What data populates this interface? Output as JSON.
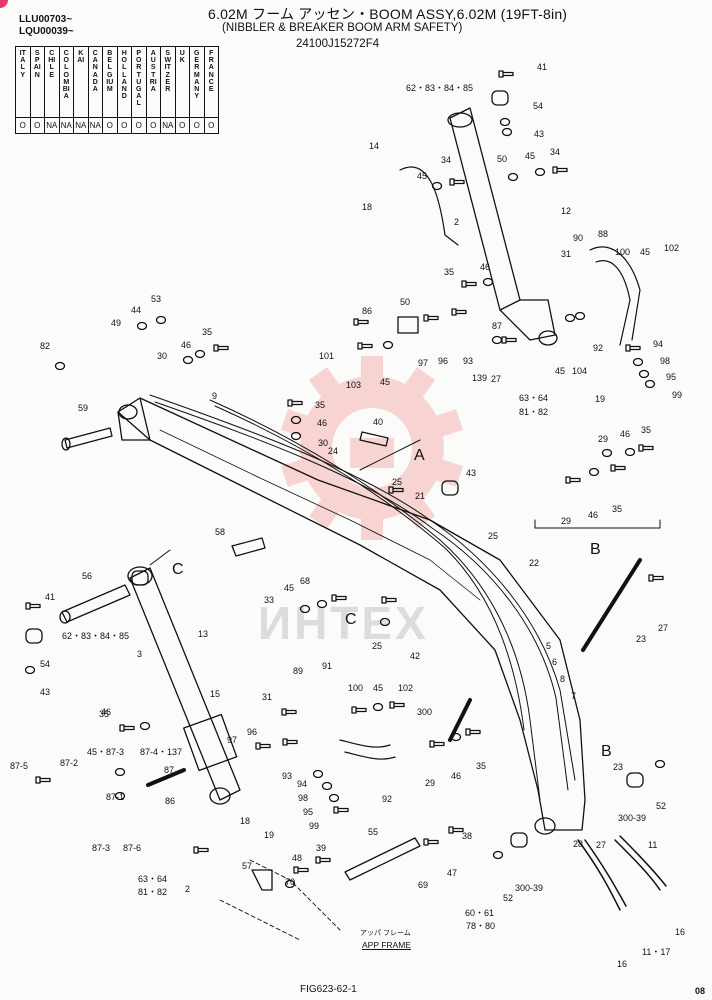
{
  "header": {
    "title": "6.02M フーム アッセン・BOOM ASSY,6.02M (19FT-8in)",
    "subtitle": "(NIBBLER & BREAKER BOOM ARM SAFETY)",
    "part_number": "24100J15272F4",
    "serial_1": "LLU00703~",
    "serial_2": "LQU00039~"
  },
  "country_table": {
    "countries": [
      "ITALY",
      "SPAIN",
      "CHILE",
      "COLOMBIA",
      "KAI",
      "CANADA",
      "BELGIUM",
      "HOLLAND",
      "PORTUGAL",
      "AUSTRIA",
      "SWITZER",
      "UK",
      "GERMANY",
      "FRANCE"
    ],
    "availability": [
      "O",
      "O",
      "NA",
      "NA",
      "NA",
      "NA",
      "O",
      "O",
      "O",
      "O",
      "NA",
      "O",
      "O",
      "O"
    ]
  },
  "part_labels": [
    {
      "id": "p41a",
      "text": "41"
    },
    {
      "id": "p62a",
      "text": "62・83・84・85"
    },
    {
      "id": "p54a",
      "text": "54"
    },
    {
      "id": "p43a",
      "text": "43"
    },
    {
      "id": "p34a",
      "text": "34"
    },
    {
      "id": "p45a",
      "text": "45"
    },
    {
      "id": "p50a",
      "text": "50"
    },
    {
      "id": "p34b",
      "text": "34"
    },
    {
      "id": "p14",
      "text": "14"
    },
    {
      "id": "p45b",
      "text": "45"
    },
    {
      "id": "p18a",
      "text": "18"
    },
    {
      "id": "p2",
      "text": "2"
    },
    {
      "id": "p12",
      "text": "12"
    },
    {
      "id": "p90",
      "text": "90"
    },
    {
      "id": "p88",
      "text": "88"
    },
    {
      "id": "p31a",
      "text": "31"
    },
    {
      "id": "p100a",
      "text": "100"
    },
    {
      "id": "p45c",
      "text": "45"
    },
    {
      "id": "p102a",
      "text": "102"
    },
    {
      "id": "p35a",
      "text": "35"
    },
    {
      "id": "p46a",
      "text": "46"
    },
    {
      "id": "p53",
      "text": "53"
    },
    {
      "id": "p44",
      "text": "44"
    },
    {
      "id": "p49",
      "text": "49"
    },
    {
      "id": "p50b",
      "text": "50"
    },
    {
      "id": "p86a",
      "text": "86"
    },
    {
      "id": "p35b",
      "text": "35"
    },
    {
      "id": "p46b",
      "text": "46"
    },
    {
      "id": "p30a",
      "text": "30"
    },
    {
      "id": "p82",
      "text": "82"
    },
    {
      "id": "p101",
      "text": "101"
    },
    {
      "id": "p97a",
      "text": "97"
    },
    {
      "id": "p96a",
      "text": "96"
    },
    {
      "id": "p93a",
      "text": "93"
    },
    {
      "id": "p87a",
      "text": "87"
    },
    {
      "id": "p45d",
      "text": "45"
    },
    {
      "id": "p104",
      "text": "104"
    },
    {
      "id": "p92a",
      "text": "92"
    },
    {
      "id": "p94a",
      "text": "94"
    },
    {
      "id": "p98a",
      "text": "98"
    },
    {
      "id": "p95a",
      "text": "95"
    },
    {
      "id": "p99a",
      "text": "99"
    },
    {
      "id": "p103",
      "text": "103"
    },
    {
      "id": "p45e",
      "text": "45"
    },
    {
      "id": "p139",
      "text": "139"
    },
    {
      "id": "p27a",
      "text": "27"
    },
    {
      "id": "p63a",
      "text": "63・64"
    },
    {
      "id": "p81a",
      "text": "81・82"
    },
    {
      "id": "p19a",
      "text": "19"
    },
    {
      "id": "p9",
      "text": "9"
    },
    {
      "id": "p59",
      "text": "59"
    },
    {
      "id": "p35c",
      "text": "35"
    },
    {
      "id": "p46c",
      "text": "46"
    },
    {
      "id": "p30b",
      "text": "30"
    },
    {
      "id": "p40",
      "text": "40"
    },
    {
      "id": "p24",
      "text": "24"
    },
    {
      "id": "pA",
      "text": "A"
    },
    {
      "id": "p43b",
      "text": "43"
    },
    {
      "id": "p25a",
      "text": "25"
    },
    {
      "id": "p21",
      "text": "21"
    },
    {
      "id": "p29a",
      "text": "29"
    },
    {
      "id": "p46d",
      "text": "46"
    },
    {
      "id": "p35d",
      "text": "35"
    },
    {
      "id": "p29b",
      "text": "29"
    },
    {
      "id": "p46e",
      "text": "46"
    },
    {
      "id": "p35e",
      "text": "35"
    },
    {
      "id": "pB1",
      "text": "B"
    },
    {
      "id": "p58",
      "text": "58"
    },
    {
      "id": "p25b",
      "text": "25"
    },
    {
      "id": "p22",
      "text": "22"
    },
    {
      "id": "pC1",
      "text": "C"
    },
    {
      "id": "p56",
      "text": "56"
    },
    {
      "id": "p68",
      "text": "68"
    },
    {
      "id": "p45f",
      "text": "45"
    },
    {
      "id": "p33",
      "text": "33"
    },
    {
      "id": "pC2",
      "text": "C"
    },
    {
      "id": "p25c",
      "text": "25"
    },
    {
      "id": "p42",
      "text": "42"
    },
    {
      "id": "p41b",
      "text": "41"
    },
    {
      "id": "p23a",
      "text": "23"
    },
    {
      "id": "p27b",
      "text": "27"
    },
    {
      "id": "p13",
      "text": "13"
    },
    {
      "id": "p54b",
      "text": "54"
    },
    {
      "id": "p62b",
      "text": "62・83・84・85"
    },
    {
      "id": "p43c",
      "text": "43"
    },
    {
      "id": "p3",
      "text": "3"
    },
    {
      "id": "p5",
      "text": "5"
    },
    {
      "id": "p6",
      "text": "6"
    },
    {
      "id": "p8",
      "text": "8"
    },
    {
      "id": "p7",
      "text": "7"
    },
    {
      "id": "p89",
      "text": "89"
    },
    {
      "id": "p91",
      "text": "91"
    },
    {
      "id": "p100b",
      "text": "100"
    },
    {
      "id": "p45g",
      "text": "45"
    },
    {
      "id": "p102b",
      "text": "102"
    },
    {
      "id": "p15",
      "text": "15"
    },
    {
      "id": "p31b",
      "text": "31"
    },
    {
      "id": "p300a",
      "text": "300"
    },
    {
      "id": "p46f",
      "text": "46"
    },
    {
      "id": "p35f",
      "text": "35"
    },
    {
      "id": "p97b",
      "text": "97"
    },
    {
      "id": "p96b",
      "text": "96"
    },
    {
      "id": "p45h",
      "text": "45・87-3"
    },
    {
      "id": "p87_4",
      "text": "87-4・137"
    },
    {
      "id": "p87_5",
      "text": "87-5"
    },
    {
      "id": "p87_2",
      "text": "87-2"
    },
    {
      "id": "p87b",
      "text": "87"
    },
    {
      "id": "p93b",
      "text": "93"
    },
    {
      "id": "p94b",
      "text": "94"
    },
    {
      "id": "p98b",
      "text": "98"
    },
    {
      "id": "p95b",
      "text": "95"
    },
    {
      "id": "p99b",
      "text": "99"
    },
    {
      "id": "p92b",
      "text": "92"
    },
    {
      "id": "p86b",
      "text": "86"
    },
    {
      "id": "p18b",
      "text": "18"
    },
    {
      "id": "p19b",
      "text": "19"
    },
    {
      "id": "p87_1",
      "text": "87-1"
    },
    {
      "id": "p87_3",
      "text": "87-3"
    },
    {
      "id": "p87_6",
      "text": "87-6"
    },
    {
      "id": "p63b",
      "text": "63・64"
    },
    {
      "id": "p81b",
      "text": "81・82"
    },
    {
      "id": "p29c",
      "text": "29"
    },
    {
      "id": "p46g",
      "text": "46"
    },
    {
      "id": "p35g",
      "text": "35"
    },
    {
      "id": "pB2",
      "text": "B"
    },
    {
      "id": "p23b",
      "text": "23"
    },
    {
      "id": "p300b",
      "text": "300-39"
    },
    {
      "id": "p52a",
      "text": "52"
    },
    {
      "id": "p28",
      "text": "28"
    },
    {
      "id": "p27c",
      "text": "27"
    },
    {
      "id": "p11",
      "text": "11"
    },
    {
      "id": "p16a",
      "text": "16"
    },
    {
      "id": "p16b",
      "text": "16"
    },
    {
      "id": "p11_17",
      "text": "11・17"
    },
    {
      "id": "p55",
      "text": "55"
    },
    {
      "id": "p39",
      "text": "39"
    },
    {
      "id": "p38",
      "text": "38"
    },
    {
      "id": "p48",
      "text": "48"
    },
    {
      "id": "p70",
      "text": "70"
    },
    {
      "id": "p57",
      "text": "57"
    },
    {
      "id": "p69",
      "text": "69"
    },
    {
      "id": "p47",
      "text": "47"
    },
    {
      "id": "p300c",
      "text": "300-39"
    },
    {
      "id": "p52b",
      "text": "52"
    },
    {
      "id": "p60",
      "text": "60・61"
    },
    {
      "id": "p78",
      "text": "78・80"
    },
    {
      "id": "p2x",
      "text": "2"
    }
  ],
  "frame_label_jp": "アッパ フレーム",
  "frame_label_en": "APP FRAME",
  "watermark": "ИНТЕХ",
  "figure_number": "FIG623-62-1",
  "page_number": "08"
}
